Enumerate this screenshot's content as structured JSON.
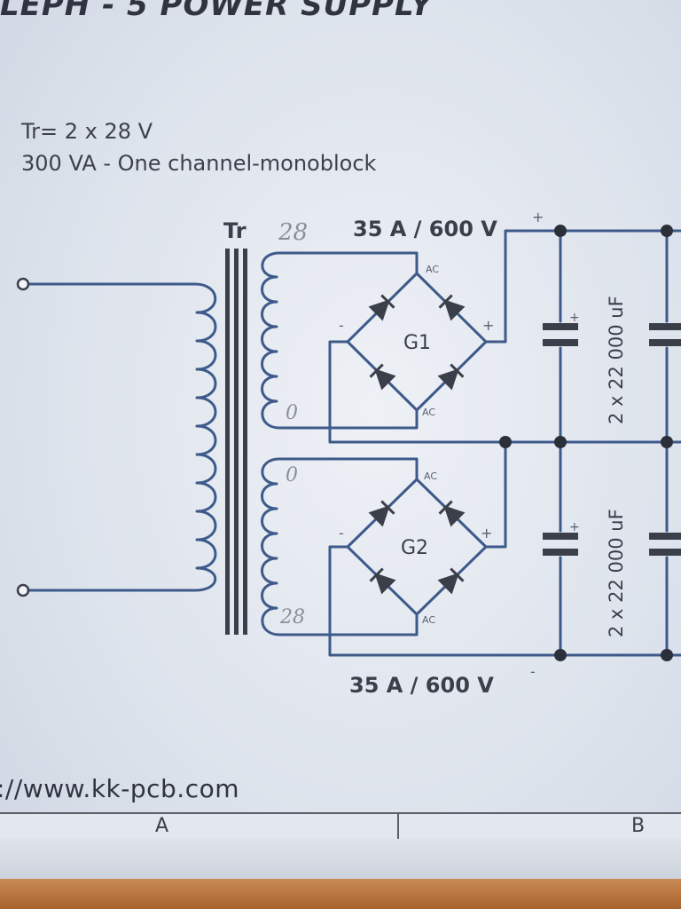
{
  "diagram": {
    "title": "LEPH - 5 POWER SUPPLY",
    "spec_line_1": "Tr= 2 x 28 V",
    "spec_line_2": "300 VA - One channel-monoblock",
    "transformer_label": "Tr",
    "winding_top_label": "28",
    "winding_top_zero": "0",
    "winding_bottom_zero": "0",
    "winding_bottom_label": "28",
    "bridge_top_rating": "35 A / 600 V",
    "bridge_bottom_rating": "35 A / 600 V",
    "bridge_1_name": "G1",
    "bridge_2_name": "G2",
    "ac_label": "AC",
    "plus_sign": "+",
    "minus_sign": "-",
    "cap_top_label": "2 x 22 000 uF",
    "cap_bottom_label": "2 x 22 000 uF",
    "url": "://www.kk-pcb.com",
    "title_block": {
      "col_a": "A",
      "col_b": "B"
    },
    "colors": {
      "wire": "#3d5a8a",
      "node": "#2a2f3a",
      "core": "#3a3f4a"
    }
  }
}
